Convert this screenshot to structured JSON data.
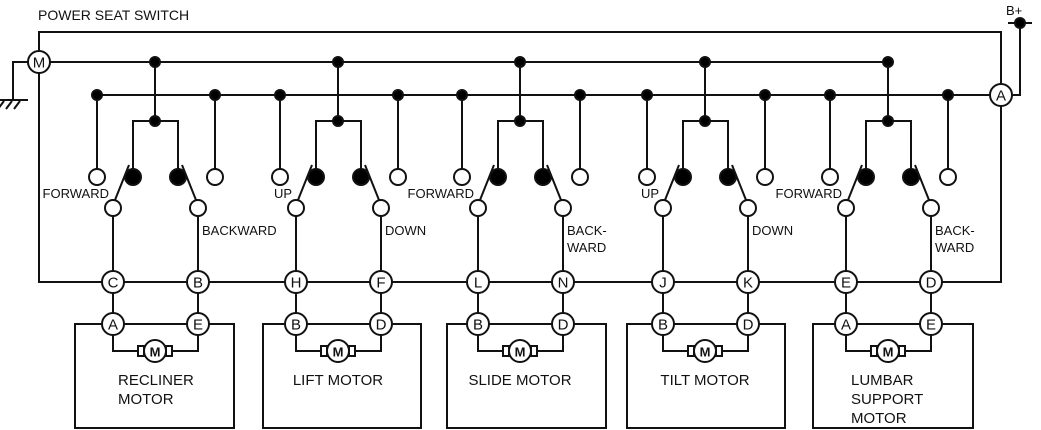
{
  "diagram": {
    "title": "POWER SEAT SWITCH",
    "power_label": "B+",
    "switch_connectors": {
      "ground": "M",
      "power": "A"
    },
    "colors": {
      "line": "#111111",
      "background": "#ffffff",
      "filled_contact": "#000000",
      "open_contact": "#ffffff"
    },
    "blocks": [
      {
        "name": "recliner",
        "left_label": "FORWARD",
        "right_label": [
          "BACKWARD"
        ],
        "switch_pins": [
          "C",
          "B"
        ],
        "motor_pins": [
          "A",
          "E"
        ],
        "motor_symbol": "M",
        "motor_label": [
          "RECLINER",
          "MOTOR"
        ]
      },
      {
        "name": "lift",
        "left_label": "UP",
        "right_label": [
          "DOWN"
        ],
        "switch_pins": [
          "H",
          "F"
        ],
        "motor_pins": [
          "B",
          "D"
        ],
        "motor_symbol": "M",
        "motor_label": [
          "LIFT MOTOR"
        ]
      },
      {
        "name": "slide",
        "left_label": "FORWARD",
        "right_label": [
          "BACK-",
          "WARD"
        ],
        "switch_pins": [
          "L",
          "N"
        ],
        "motor_pins": [
          "B",
          "D"
        ],
        "motor_symbol": "M",
        "motor_label": [
          "SLIDE MOTOR"
        ]
      },
      {
        "name": "tilt",
        "left_label": "UP",
        "right_label": [
          "DOWN"
        ],
        "switch_pins": [
          "J",
          "K"
        ],
        "motor_pins": [
          "B",
          "D"
        ],
        "motor_symbol": "M",
        "motor_label": [
          "TILT MOTOR"
        ]
      },
      {
        "name": "lumbar-support",
        "left_label": "FORWARD",
        "right_label": [
          "BACK-",
          "WARD"
        ],
        "switch_pins": [
          "E",
          "D"
        ],
        "motor_pins": [
          "A",
          "E"
        ],
        "motor_symbol": "M",
        "motor_label": [
          "LUMBAR",
          "SUPPORT",
          "MOTOR"
        ]
      }
    ]
  }
}
